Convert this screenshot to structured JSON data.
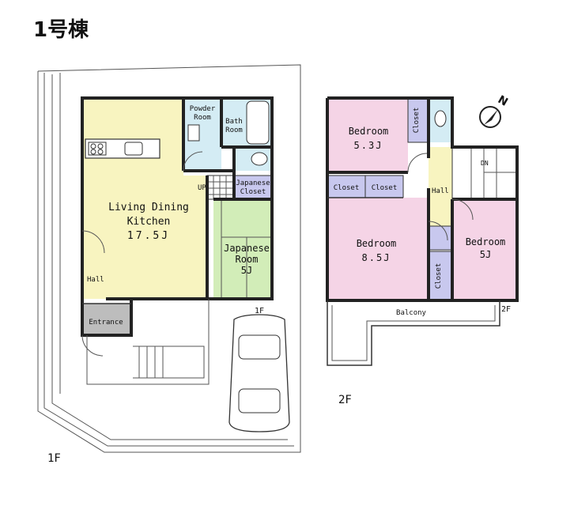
{
  "title": "1号棟",
  "floor1": {
    "ldk_line1": "Living Dining",
    "ldk_line2": "Kitchen",
    "ldk_size": "17.5J",
    "powder_line1": "Powder",
    "powder_line2": "Room",
    "bath_line1": "Bath",
    "bath_line2": "Room",
    "jcloset_line1": "Japanese",
    "jcloset_line2": "Closet",
    "jroom_line1": "Japanese",
    "jroom_line2": "Room",
    "jroom_size": "5J",
    "up": "UP",
    "hall": "Hall",
    "entrance": "Entrance",
    "floor_mark": "1F",
    "floor_caption": "1F"
  },
  "floor2": {
    "bed1": "Bedroom",
    "bed1_size": "5.3J",
    "bed2": "Bedroom",
    "bed2_size": "8.5J",
    "bed3": "Bedroom",
    "bed3_size": "5J",
    "closet_top": "Closet",
    "closet_a": "Closet",
    "closet_b": "Closet",
    "closet_side": "Closet",
    "hall": "Hall",
    "dn": "DN",
    "balcony": "Balcony",
    "floor_mark": "2F",
    "floor_caption": "2F"
  },
  "compass": "N",
  "colors": {
    "ldk": "#F8F4C0",
    "bedroom": "#F5D4E6",
    "closet": "#C8C8EE",
    "wet": "#D4ECF4",
    "jroom": "#D2EDB8",
    "entrance": "#BDBDBD"
  }
}
